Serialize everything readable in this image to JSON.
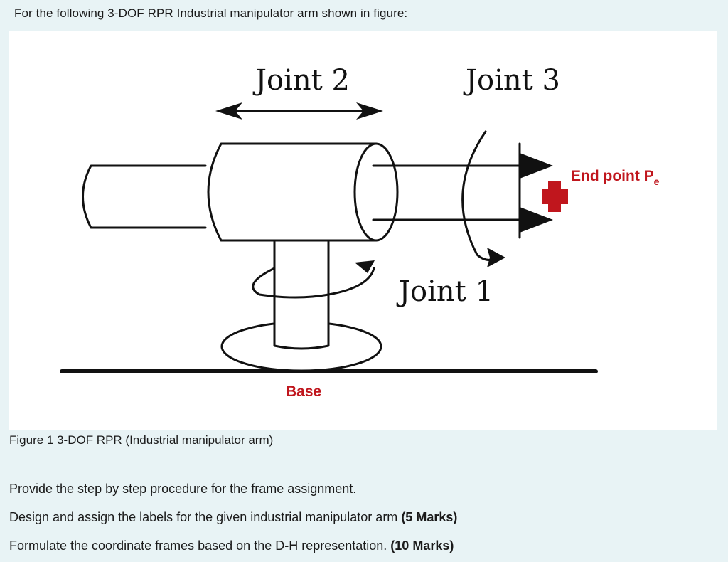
{
  "intro": "For the following 3-DOF RPR Industrial manipulator arm shown in figure:",
  "diagram": {
    "joint2_label": "Joint 2",
    "joint3_label": "Joint 3",
    "joint1_label": "Joint 1",
    "base_label": "Base",
    "endpoint_label": "End point P",
    "endpoint_subscript": "e",
    "colors": {
      "accent_red": "#c0161d",
      "stroke": "#111111"
    }
  },
  "caption": "Figure 1 3-DOF RPR (Industrial manipulator arm)",
  "tasks": [
    {
      "text": "Provide the step by step procedure for the frame assignment.",
      "marks": ""
    },
    {
      "text": "Design and assign the labels for the given industrial manipulator arm ",
      "marks": "(5 Marks)"
    },
    {
      "text": "Formulate the coordinate frames based on the D-H representation.  ",
      "marks": "(10 Marks)"
    }
  ]
}
